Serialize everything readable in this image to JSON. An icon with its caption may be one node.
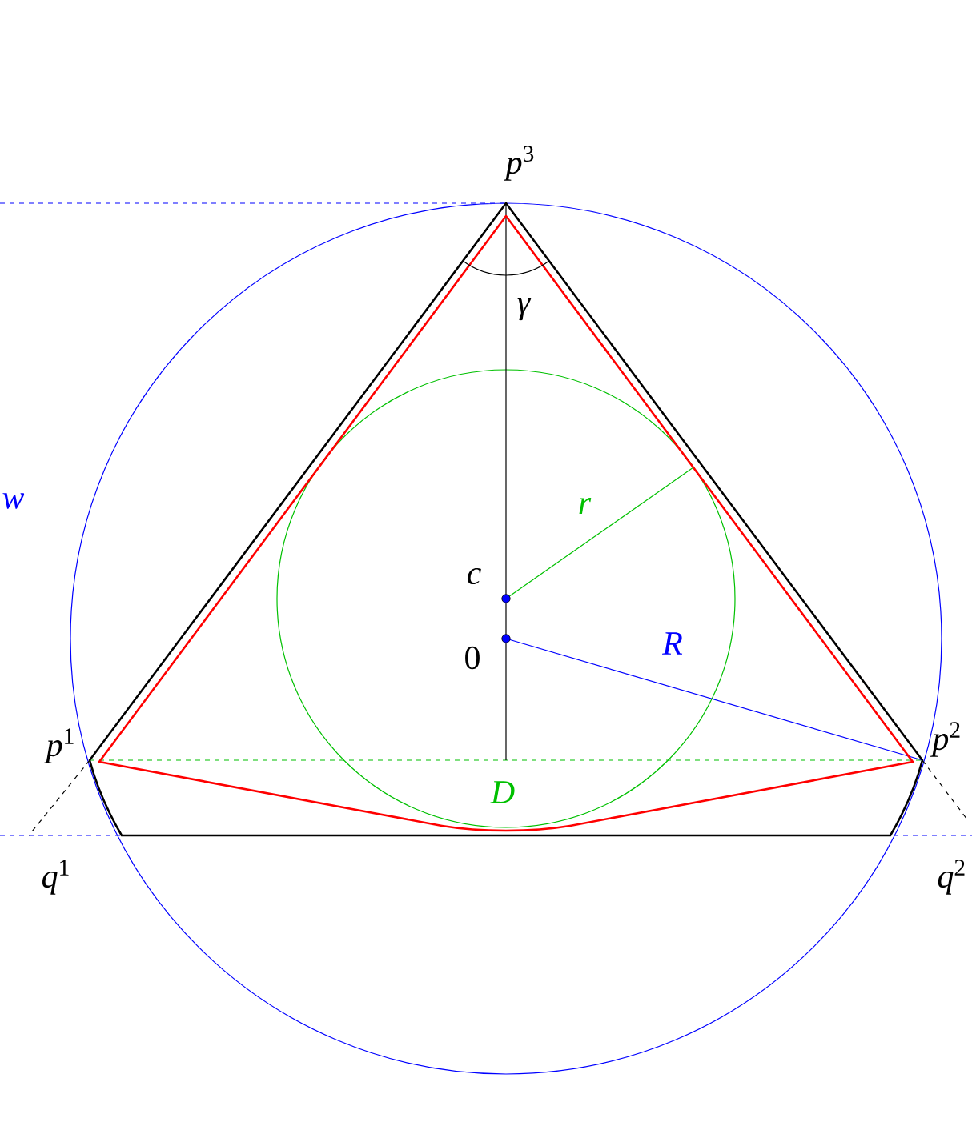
{
  "diagram": {
    "labels": [
      "*p*$^{3}$",
      "γ",
      "w",
      "r",
      "c",
      "R",
      "0",
      "*p*$^{1}$",
      "*p*$^{2}$",
      "D",
      "*q*$^{1}$",
      "*q*$^{2}$"
    ]
  }
}
